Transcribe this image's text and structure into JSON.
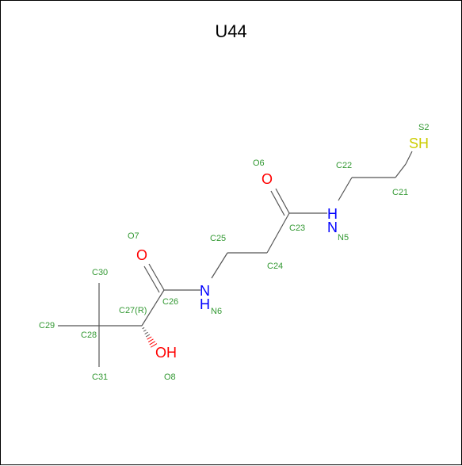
{
  "title": "U44",
  "colors": {
    "bond": "#555555",
    "name": "#339933",
    "oxygen": "#ff0000",
    "nitrogen": "#0000ff",
    "sulfur": "#cccc00"
  },
  "atoms": {
    "S2": {
      "symbol": "SH",
      "name": "S2",
      "element": "sulfur"
    },
    "O6": {
      "symbol": "O",
      "name": "O6",
      "element": "oxygen"
    },
    "O7": {
      "symbol": "O",
      "name": "O7",
      "element": "oxygen"
    },
    "O8": {
      "symbol": "OH",
      "name": "O8",
      "element": "oxygen"
    },
    "N5": {
      "symbol": "H",
      "symbol2": "N",
      "name": "N5",
      "element": "nitrogen"
    },
    "N6": {
      "symbol": "N",
      "symbol2": "H",
      "name": "N6",
      "element": "nitrogen"
    },
    "C21": {
      "name": "C21"
    },
    "C22": {
      "name": "C22"
    },
    "C23": {
      "name": "C23"
    },
    "C24": {
      "name": "C24"
    },
    "C25": {
      "name": "C25"
    },
    "C26": {
      "name": "C26"
    },
    "C27": {
      "name": "C27(R)"
    },
    "C28": {
      "name": "C28"
    },
    "C29": {
      "name": "C29"
    },
    "C30": {
      "name": "C30"
    },
    "C31": {
      "name": "C31"
    }
  }
}
